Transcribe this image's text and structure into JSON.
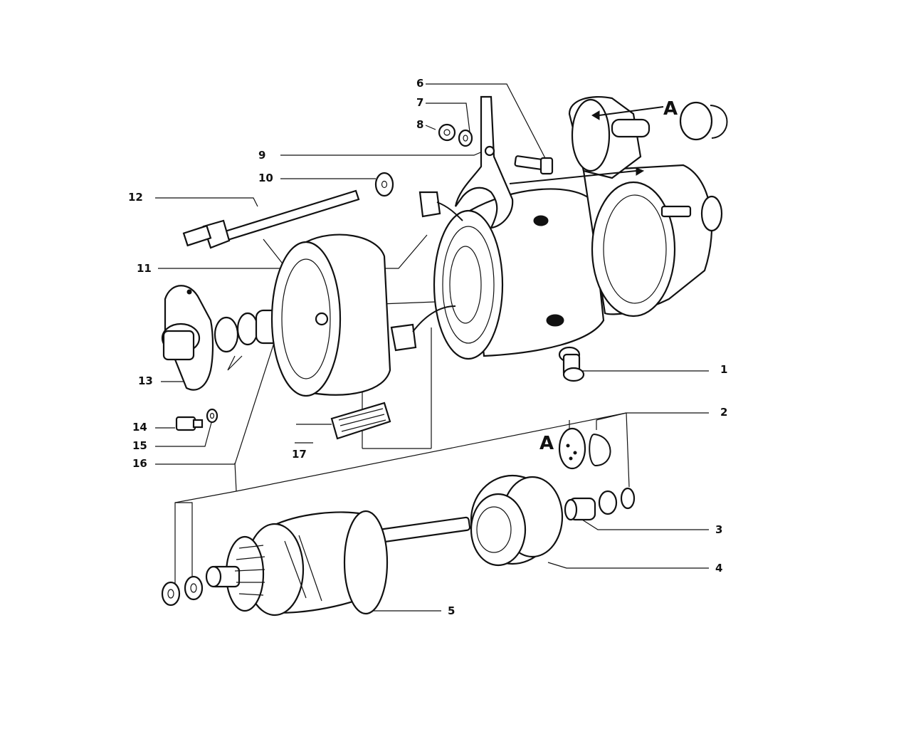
{
  "callouts": {
    "c1": "1",
    "c2": "2",
    "c3": "3",
    "c4": "4",
    "c5": "5",
    "c6": "6",
    "c7": "7",
    "c8": "8",
    "c9": "9",
    "c10": "10",
    "c11": "11",
    "c12": "12",
    "c13": "13",
    "c14": "14",
    "c15": "15",
    "c16": "16",
    "c17": "17",
    "a_top": "A",
    "a_mid": "A"
  },
  "colors": {
    "ink": "#111111",
    "paper": "#ffffff"
  }
}
